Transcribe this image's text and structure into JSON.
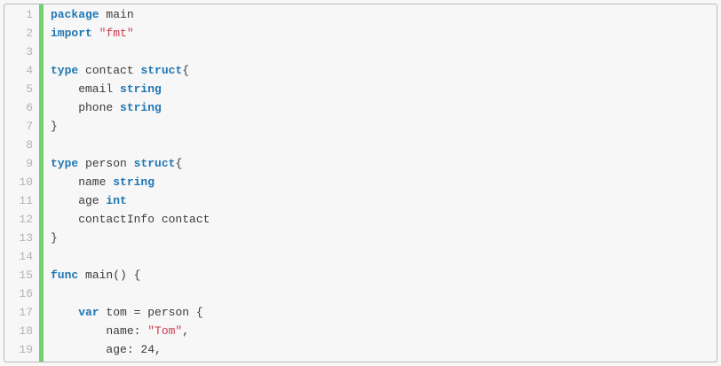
{
  "editor": {
    "colors": {
      "background": "#f7f7f8",
      "border": "#b9b9b9",
      "accent_bar": "#6ed36e",
      "line_number": "#b3b3b3",
      "code": "#3a3a3a",
      "keyword": "#2077b2",
      "string": "#cc3b4e"
    },
    "lines": [
      {
        "number": "1",
        "tokens": [
          {
            "t": "k",
            "v": "package"
          },
          {
            "t": "p",
            "v": " main"
          }
        ]
      },
      {
        "number": "2",
        "tokens": [
          {
            "t": "k",
            "v": "import"
          },
          {
            "t": "p",
            "v": " "
          },
          {
            "t": "s",
            "v": "\"fmt\""
          }
        ]
      },
      {
        "number": "3",
        "tokens": []
      },
      {
        "number": "4",
        "tokens": [
          {
            "t": "k",
            "v": "type"
          },
          {
            "t": "p",
            "v": " contact "
          },
          {
            "t": "k",
            "v": "struct"
          },
          {
            "t": "p",
            "v": "{"
          }
        ]
      },
      {
        "number": "5",
        "tokens": [
          {
            "t": "p",
            "v": "    email "
          },
          {
            "t": "k",
            "v": "string"
          }
        ]
      },
      {
        "number": "6",
        "tokens": [
          {
            "t": "p",
            "v": "    phone "
          },
          {
            "t": "k",
            "v": "string"
          }
        ]
      },
      {
        "number": "7",
        "tokens": [
          {
            "t": "p",
            "v": "}"
          }
        ]
      },
      {
        "number": "8",
        "tokens": []
      },
      {
        "number": "9",
        "tokens": [
          {
            "t": "k",
            "v": "type"
          },
          {
            "t": "p",
            "v": " person "
          },
          {
            "t": "k",
            "v": "struct"
          },
          {
            "t": "p",
            "v": "{"
          }
        ]
      },
      {
        "number": "10",
        "tokens": [
          {
            "t": "p",
            "v": "    name "
          },
          {
            "t": "k",
            "v": "string"
          }
        ]
      },
      {
        "number": "11",
        "tokens": [
          {
            "t": "p",
            "v": "    age "
          },
          {
            "t": "k",
            "v": "int"
          }
        ]
      },
      {
        "number": "12",
        "tokens": [
          {
            "t": "p",
            "v": "    contactInfo contact"
          }
        ]
      },
      {
        "number": "13",
        "tokens": [
          {
            "t": "p",
            "v": "}"
          }
        ]
      },
      {
        "number": "14",
        "tokens": []
      },
      {
        "number": "15",
        "tokens": [
          {
            "t": "k",
            "v": "func"
          },
          {
            "t": "p",
            "v": " main() {"
          }
        ]
      },
      {
        "number": "16",
        "tokens": []
      },
      {
        "number": "17",
        "tokens": [
          {
            "t": "p",
            "v": "    "
          },
          {
            "t": "k",
            "v": "var"
          },
          {
            "t": "p",
            "v": " tom = person {"
          }
        ]
      },
      {
        "number": "18",
        "tokens": [
          {
            "t": "p",
            "v": "        name: "
          },
          {
            "t": "s",
            "v": "\"Tom\""
          },
          {
            "t": "p",
            "v": ","
          }
        ]
      },
      {
        "number": "19",
        "tokens": [
          {
            "t": "p",
            "v": "        age: 24,"
          }
        ]
      }
    ]
  }
}
